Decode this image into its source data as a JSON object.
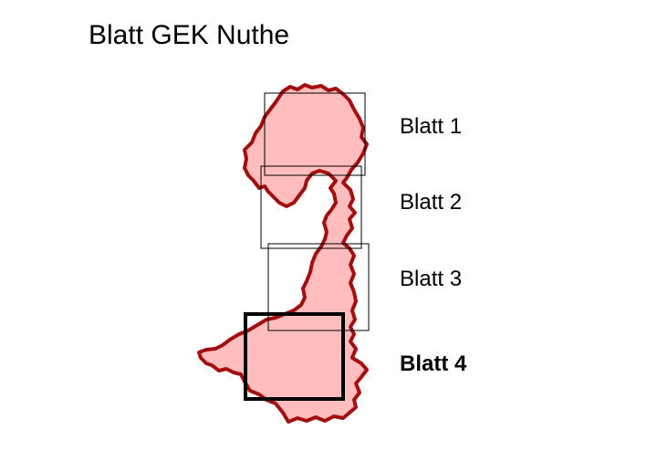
{
  "title": "Blatt GEK Nuthe",
  "sheets": [
    {
      "label": "Blatt 1",
      "active": false
    },
    {
      "label": "Blatt 2",
      "active": false
    },
    {
      "label": "Blatt 3",
      "active": false
    },
    {
      "label": "Blatt 4",
      "active": true
    }
  ],
  "colors": {
    "catchment_fill": "#ffbdbd",
    "catchment_outline": "#a30f0f",
    "sheet_frame": "#000000"
  }
}
